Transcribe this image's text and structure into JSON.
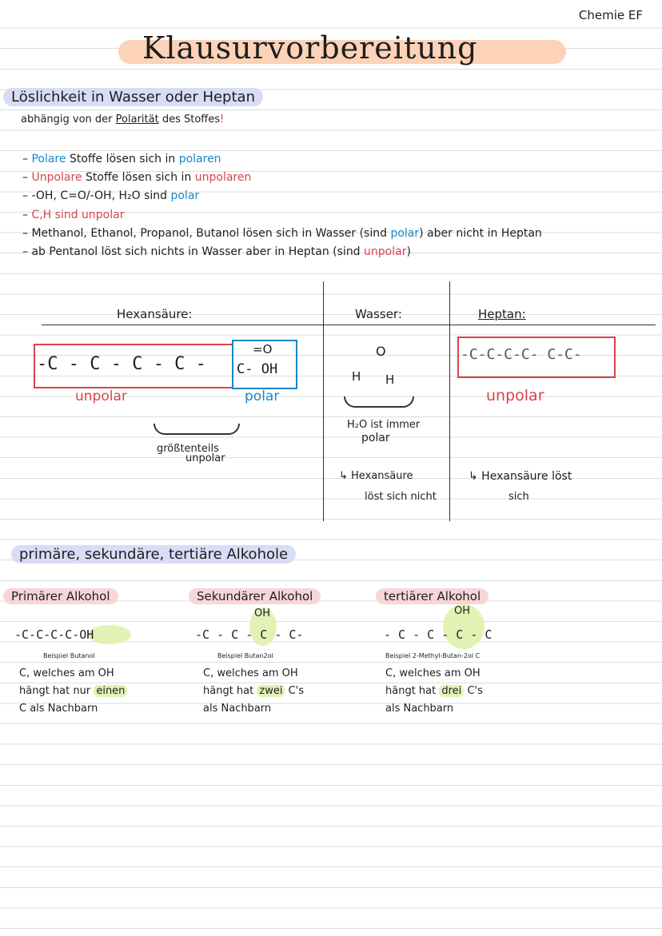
{
  "course": "Chemie EF",
  "title": "Klausurvorbereitung",
  "section1": {
    "heading": "Löslichkeit in Wasser oder Heptan",
    "sub_prefix": "abhängig von der ",
    "sub_underlined": "Polarität",
    "sub_suffix": " des Stoffes",
    "sub_mark": "!",
    "bullets": {
      "b1_a": "Polare",
      "b1_b": " Stoffe lösen sich in ",
      "b1_c": "polaren",
      "b2_a": "Unpolare",
      "b2_b": " Stoffe lösen sich in ",
      "b2_c": "unpolaren",
      "b3_a": "-OH, C=O/-OH, H₂O sind ",
      "b3_b": "polar",
      "b4": "C,H sind unpolar",
      "b5_a": "Methanol, Ethanol, Propanol, Butanol lösen sich in Wasser (sind ",
      "b5_b": "polar",
      "b5_c": ") aber nicht in Heptan",
      "b6_a": "ab Pentanol löst sich nichts in Wasser  aber in Heptan (sind ",
      "b6_b": "unpolar",
      "b6_c": ")"
    },
    "dash": "–"
  },
  "table": {
    "col1_head": "Hexansäure:",
    "col2_head": "Wasser:",
    "col3_head": "Heptan:",
    "hex_chain": "-C - C - C - C -",
    "hex_group_top": "=O",
    "hex_group": "C- OH",
    "hex_unpolar": "unpolar",
    "hex_polar": "polar",
    "hex_mostly_1": "größtenteils",
    "hex_mostly_2": "unpolar",
    "water_o": "O",
    "water_h1": "H",
    "water_h2": "H",
    "water_note_1": "H₂O ist immer",
    "water_note_2": "polar",
    "water_result_1": "↳ Hexansäure",
    "water_result_2": "löst sich nicht",
    "heptan_chain": "-C-C-C-C- C-C-",
    "heptan_unpolar": "unpolar",
    "heptan_result_1": "↳ Hexansäure löst",
    "heptan_result_2": "sich"
  },
  "section2": {
    "heading": "primäre, sekundäre, tertiäre Alkohole",
    "alcohols": [
      {
        "name": "Primärer Alkohol",
        "oh_top": "",
        "formula": "-C-C-C-C-OH",
        "example": "Beispiel Butanol",
        "desc_1": "C, welches am OH",
        "desc_2_a": "hängt hat nur ",
        "desc_2_b": "einen",
        "desc_3": "C als Nachbarn"
      },
      {
        "name": "Sekundärer Alkohol",
        "oh_top": "OH",
        "formula": "-C - C - C - C-",
        "example": "Beispiel Butan2ol",
        "desc_1": "C, welches am OH",
        "desc_2_a": "hängt hat ",
        "desc_2_b": "zwei",
        "desc_3": "C's",
        "desc_4": "als Nachbarn"
      },
      {
        "name": "tertiärer Alkohol",
        "oh_top": "OH",
        "formula": "- C - C  - C - C",
        "example": "Beispiel 2-Methyl-Butan-2ol C",
        "desc_1": "C, welches am OH",
        "desc_2_a": "hängt hat ",
        "desc_2_b": "drei",
        "desc_3": "C's",
        "desc_4": "als Nachbarn"
      }
    ]
  }
}
